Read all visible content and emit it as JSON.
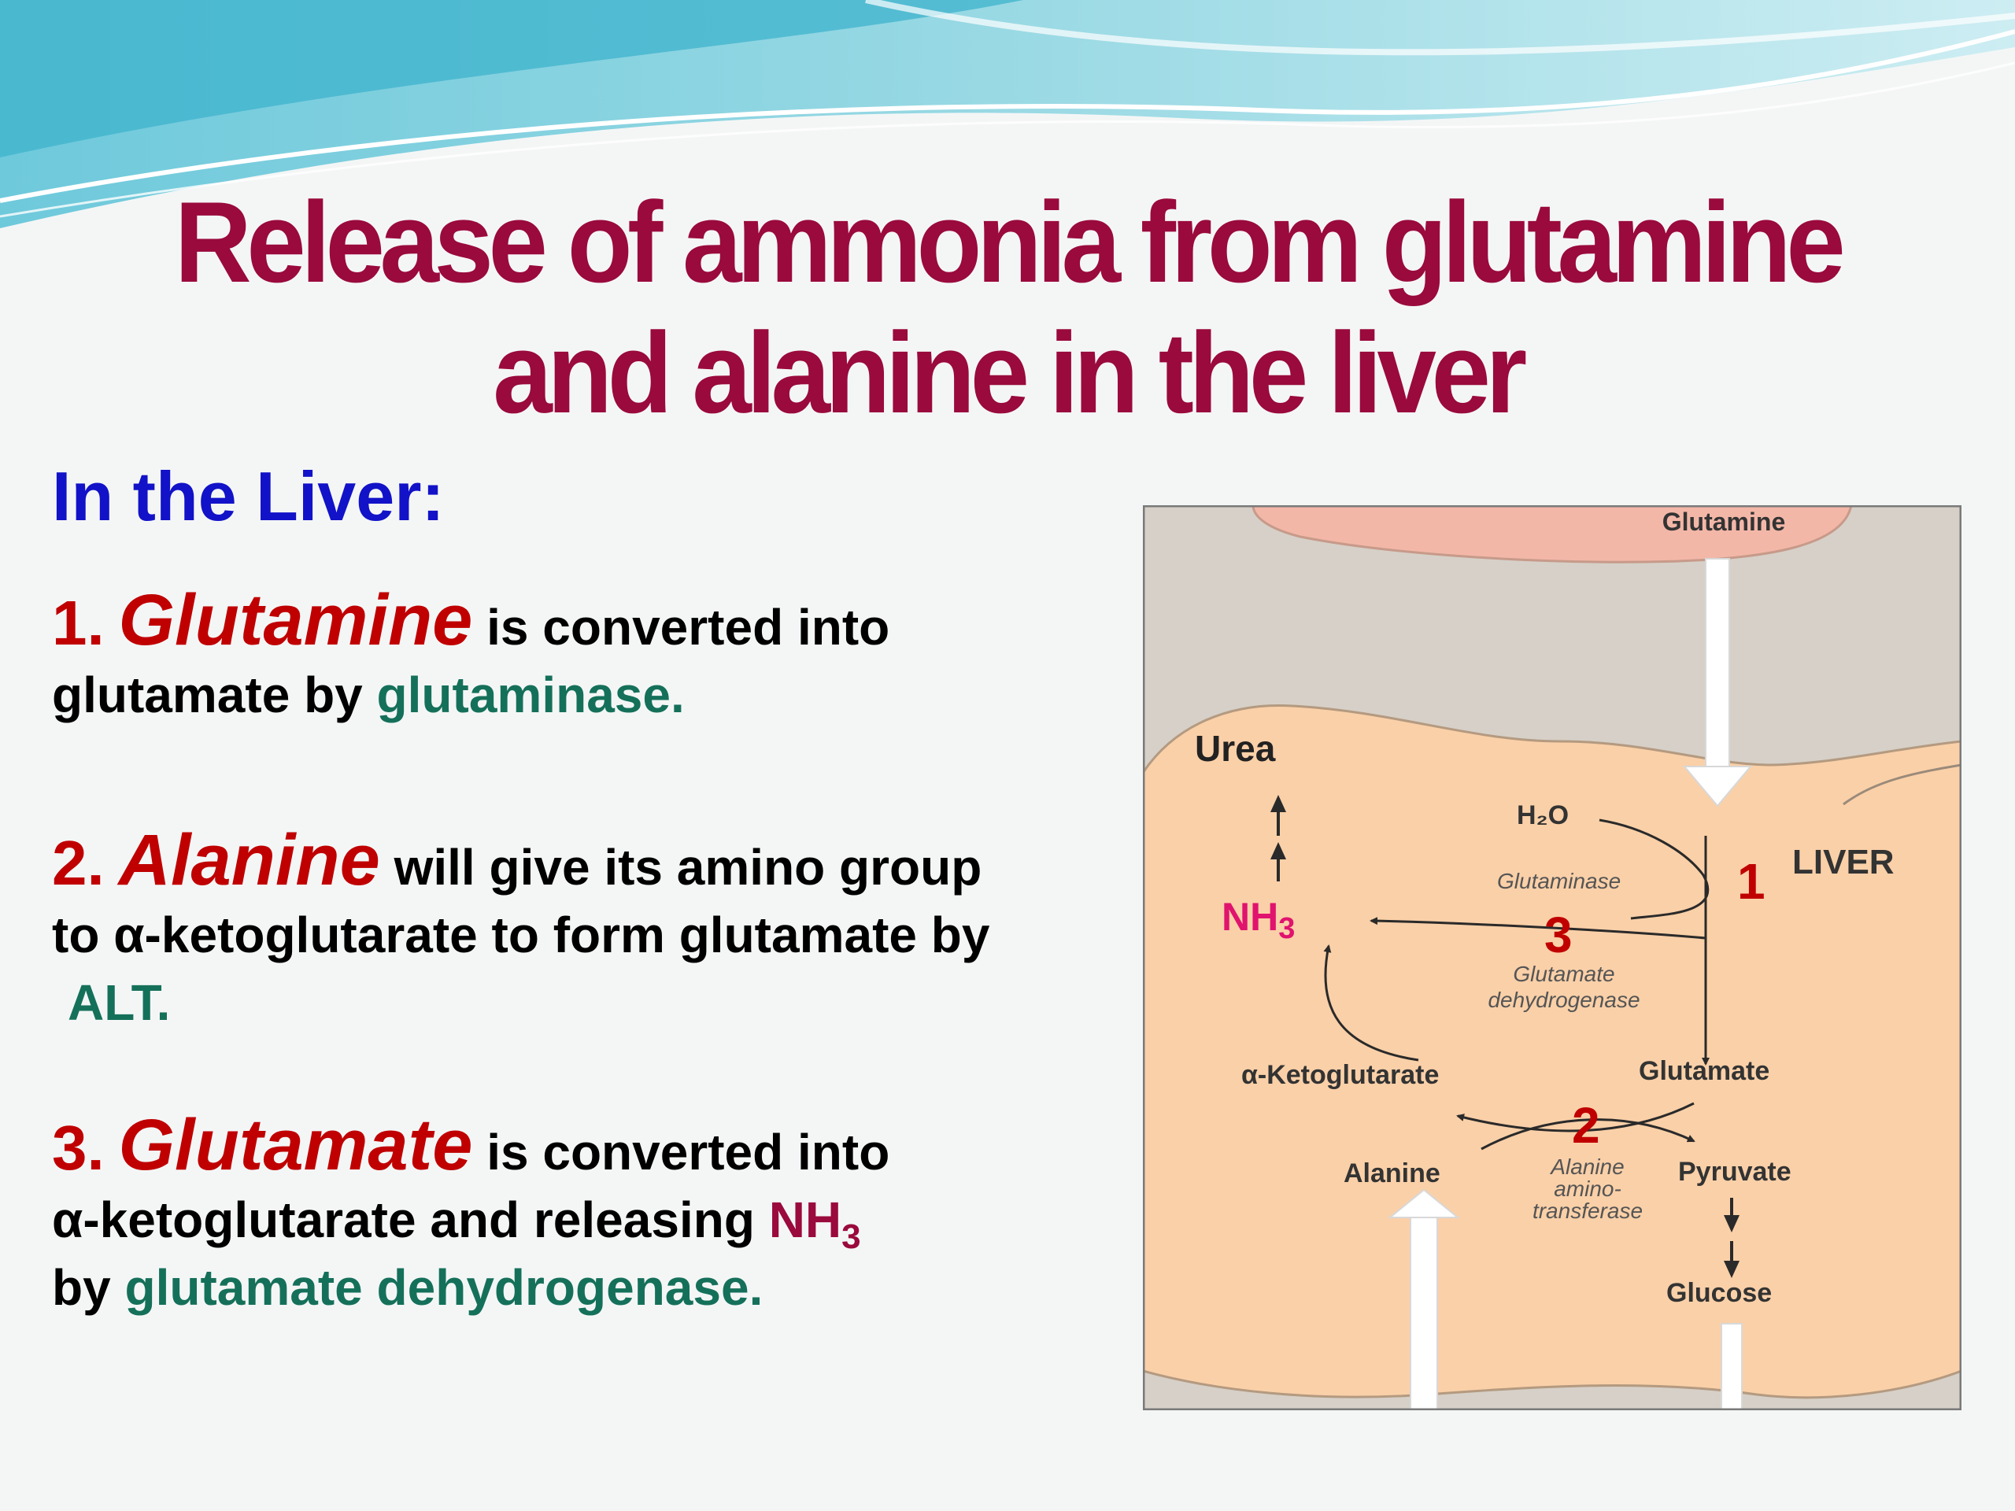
{
  "title": {
    "line1": "Release of ammonia from glutamine",
    "line2": "and alanine in the liver"
  },
  "subheading": "In the Liver:",
  "points": [
    {
      "number": "1.",
      "term": "Glutamine",
      "text_a": " is converted into",
      "text_b": "glutamate by ",
      "enzyme": "glutaminase."
    },
    {
      "number": "2.",
      "term": "Alanine",
      "text_a": " will give its amino group",
      "text_b": "to α-ketoglutarate to form glutamate by",
      "enzyme": "ALT."
    },
    {
      "number": "3.",
      "term": "Glutamate",
      "text_a": " is converted into",
      "text_b": "α-ketoglutarate and releasing ",
      "product": "NH",
      "product_sub": "3",
      "text_c": "by ",
      "enzyme": "glutamate dehydrogenase."
    }
  ],
  "diagram": {
    "glutamine": "Glutamine",
    "urea": "Urea",
    "water": "H₂O",
    "glutaminase": "Glutaminase",
    "liver": "LIVER",
    "ammonia": "NH",
    "ammonia_sub": "3",
    "gdh_line1": "Glutamate",
    "gdh_line2": "dehydrogenase",
    "alpha_kg": "α-Ketoglutarate",
    "glutamate": "Glutamate",
    "alanine": "Alanine",
    "alt_line1": "Alanine",
    "alt_line2": "amino-",
    "alt_line3": "transferase",
    "pyruvate": "Pyruvate",
    "glucose": "Glucose",
    "step1": "1",
    "step2": "2",
    "step3": "3"
  },
  "colors": {
    "title": "#9a0a3c",
    "subheading": "#1212c8",
    "term": "#c00000",
    "enzyme": "#15705a",
    "ammonia": "#e0136e",
    "liver": "#fad0a8",
    "panel": "#d6d0c8"
  }
}
